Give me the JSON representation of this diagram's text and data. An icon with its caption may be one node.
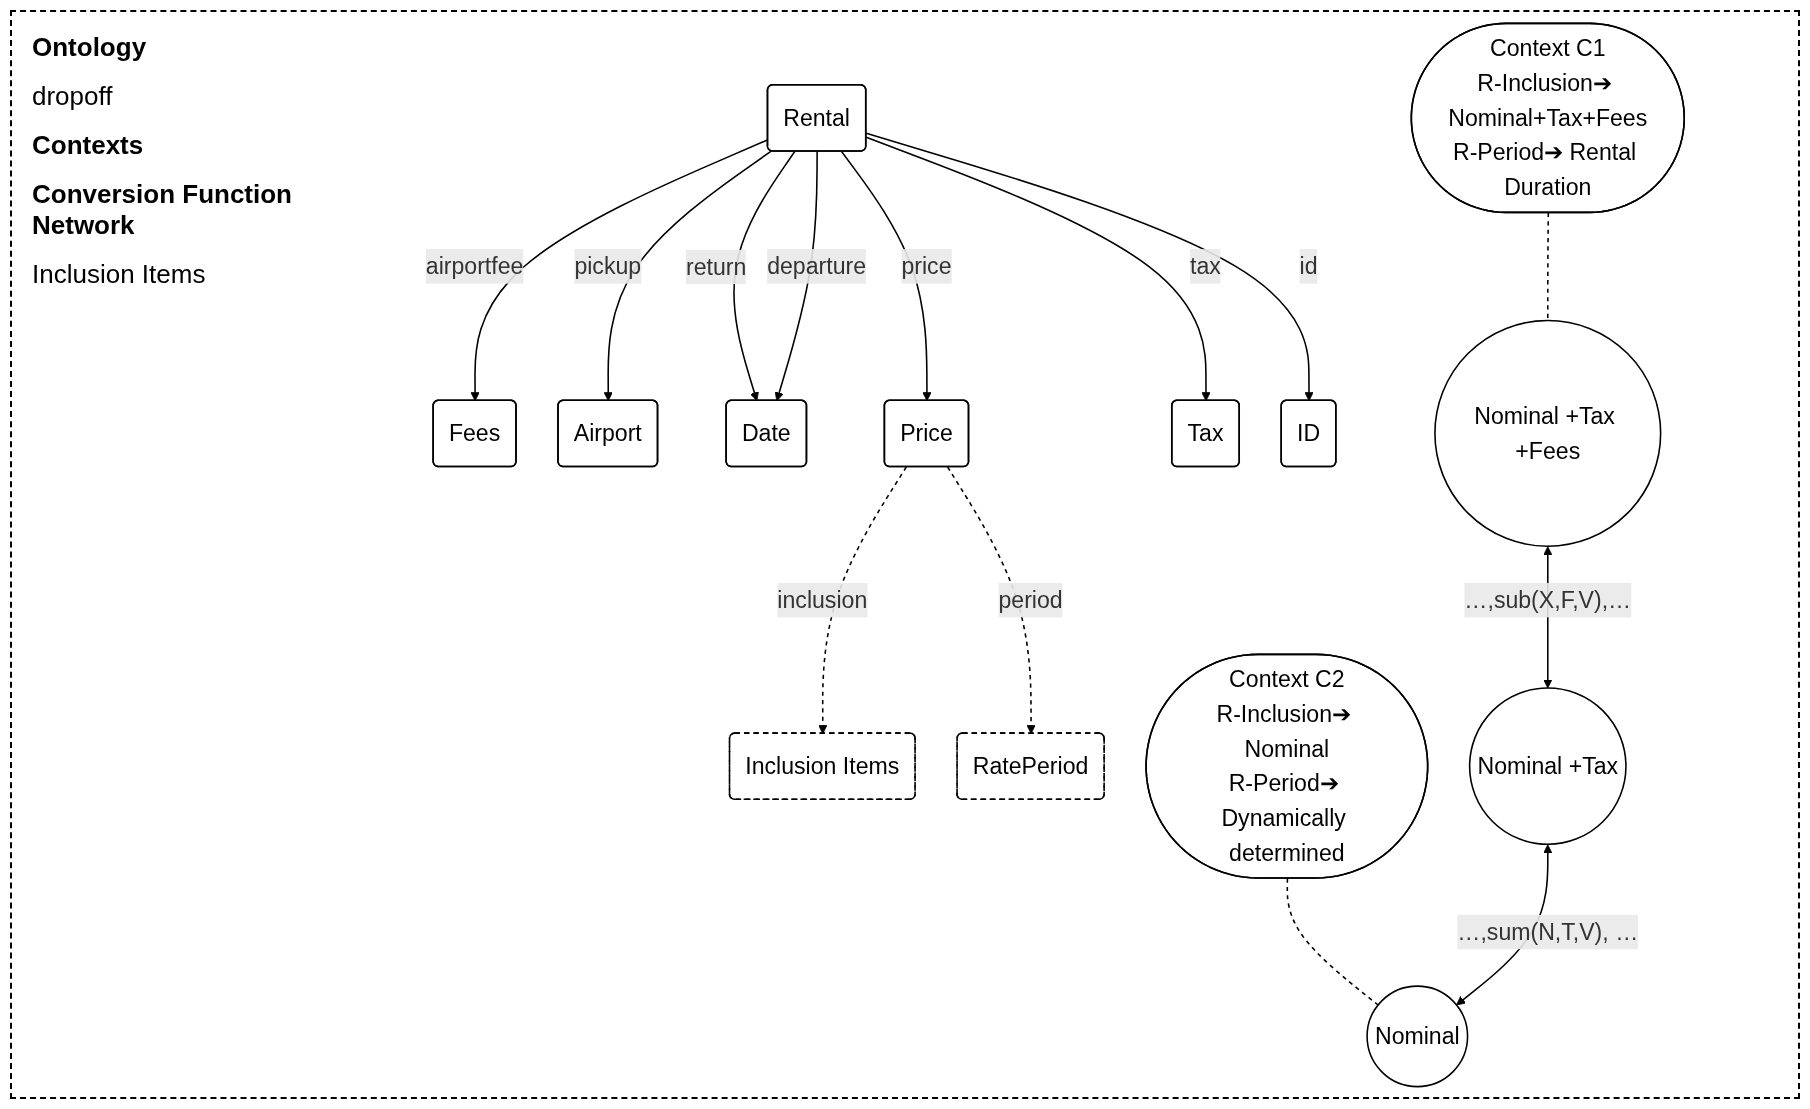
{
  "diagram": {
    "nodes": [
      {
        "text": [
          "Rental"
        ]
      },
      {
        "text": [
          "Fees"
        ]
      },
      {
        "text": [
          "Airport"
        ]
      },
      {
        "text": [
          "Date"
        ]
      },
      {
        "text": [
          "Price"
        ]
      },
      {
        "text": [
          "Tax"
        ]
      },
      {
        "text": [
          "ID"
        ]
      },
      {
        "text": [
          "Inclusion Items"
        ]
      },
      {
        "text": [
          "RatePeriod"
        ]
      },
      {
        "text": [
          "Context C1",
          "R-Inclusion➔ Nominal+Tax+Fees",
          "R-Period➔ Rental Duration"
        ]
      },
      {
        "text": [
          "Context C2",
          "R-Inclusion➔ Nominal",
          "R-Period➔ Dynamically determined"
        ]
      },
      {
        "text": [
          "Nominal +Tax +Fees"
        ]
      },
      {
        "text": [
          "Nominal +Tax"
        ]
      },
      {
        "text": [
          "Nominal"
        ]
      }
    ],
    "edges": [
      {
        "from": 0,
        "to": 1,
        "arrow": "to",
        "label": "airportfee"
      },
      {
        "from": 0,
        "to": 2,
        "arrow": "to",
        "label": "pickup"
      },
      {
        "from": 0,
        "to": 3,
        "arrow": "to",
        "label": "return"
      },
      {
        "from": 0,
        "to": 3,
        "arrow": "to",
        "label": "departure"
      },
      {
        "from": 0,
        "to": 4,
        "arrow": "to",
        "label": "price"
      },
      {
        "from": 0,
        "to": 5,
        "arrow": "to",
        "label": "tax"
      },
      {
        "from": 0,
        "to": 6,
        "arrow": "to",
        "label": "id"
      },
      {
        "from": 4,
        "to": 7,
        "arrow": "to",
        "label": "inclusion",
        "style": "dashed"
      },
      {
        "from": 4,
        "to": 8,
        "arrow": "to",
        "label": "period",
        "style": "dashed"
      },
      {
        "from": 9,
        "to": 11,
        "arrow": "none",
        "style": "dashed"
      },
      {
        "from": 10,
        "to": 13,
        "arrow": "none",
        "style": "dashed"
      },
      {
        "from": 11,
        "to": 12,
        "arrow": "both",
        "label": "…,sub(X,F,V),…"
      },
      {
        "from": 12,
        "to": 13,
        "arrow": "both",
        "label": "…,sum(N,T,V), …"
      }
    ],
    "labels": [
      "Ontology",
      "dropoff",
      "Contexts",
      "Conversion Function Network",
      "Inclusion Items"
    ]
  }
}
